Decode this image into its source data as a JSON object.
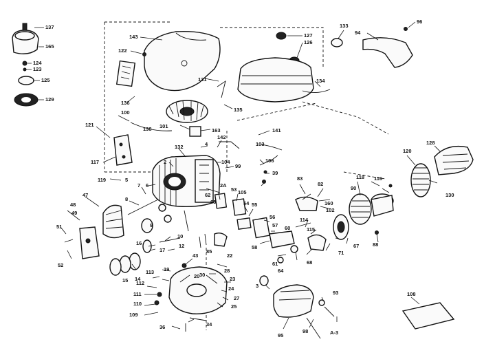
{
  "diagram": {
    "part_numbers": {
      "p137": "137",
      "p165": "165",
      "p124": "124",
      "p123": "123",
      "p125": "125",
      "p129": "129",
      "p143": "143",
      "p122": "122",
      "p136": "136",
      "p127": "127",
      "p126": "126",
      "p133": "133",
      "p94": "94",
      "p96": "96",
      "p131": "131",
      "p135": "135",
      "p134": "134",
      "p100": "100",
      "p101": "101",
      "p163": "163",
      "p141": "141",
      "p121": "121",
      "p117": "117",
      "p142": "142",
      "p103": "103",
      "p132": "132",
      "p104": "104",
      "p99": "99",
      "p106": "106",
      "p39": "39",
      "p2": "2",
      "p4": "4",
      "p119": "119",
      "p5": "5",
      "p7": "7",
      "p8": "8",
      "p6": "6",
      "p47": "47",
      "p48": "48",
      "p49": "49",
      "p51": "51",
      "p52": "52",
      "p9": "9",
      "p16": "16",
      "p17": "17",
      "p10": "10",
      "p12": "12",
      "p14": "14",
      "p15": "15",
      "p2A": "2A",
      "p53": "53",
      "p54": "54",
      "p105": "105",
      "p55": "55",
      "p56": "56",
      "p57": "57",
      "p58": "58",
      "p83": "83",
      "p82": "82",
      "p160": "160",
      "p102": "102",
      "p114": "114",
      "p115": "115",
      "p60": "60",
      "p61": "61",
      "p64": "64",
      "p68": "68",
      "p71": "71",
      "p67": "67",
      "p118": "118",
      "p90": "90",
      "p120": "120",
      "p128": "128",
      "p130": "130",
      "p88": "88",
      "p116": "116",
      "p113": "113",
      "p112": "112",
      "p111": "111",
      "p110": "110",
      "p109": "109",
      "p20": "20",
      "p22": "22",
      "p23": "23",
      "p24": "24",
      "p25": "25",
      "p27": "27",
      "p28": "28",
      "p30": "30",
      "p34": "34",
      "p36": "36",
      "p43": "43",
      "p93": "93",
      "p95": "95",
      "p98": "98",
      "pA3": "A-3",
      "p108": "108",
      "p19": "19",
      "p85": "85",
      "p62": "62",
      "p63": "63",
      "p138": "138",
      "p3": "3"
    }
  }
}
